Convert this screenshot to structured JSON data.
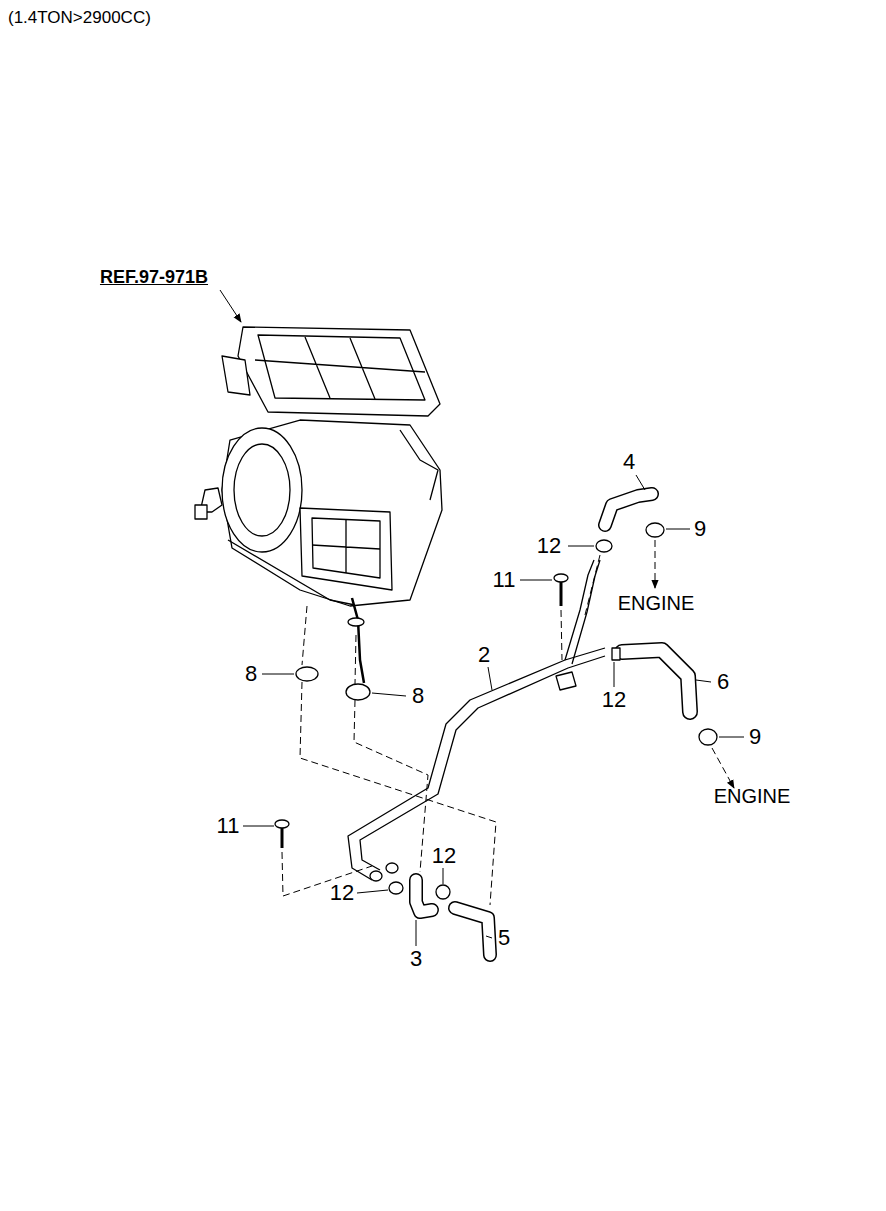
{
  "diagram": {
    "title": "(1.4TON>2900CC)",
    "labels": [
      "REF.97-971B",
      "4",
      "12",
      "9",
      "11",
      "ENGINE",
      "2",
      "8",
      "6",
      "8",
      "12",
      "9",
      "ENGINE",
      "11",
      "12",
      "12",
      "5",
      "3"
    ]
  }
}
